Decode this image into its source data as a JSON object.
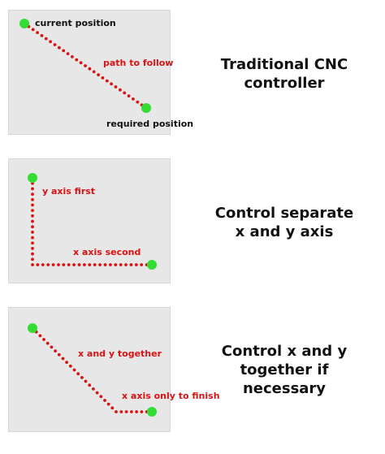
{
  "colors": {
    "panel_background": "#e7e7e7",
    "path_dots": "#d91313",
    "endpoint_dot": "#33dd33",
    "label_red": "#d91313",
    "label_black": "#111111"
  },
  "panels": [
    {
      "heading_lines": [
        "Traditional CNC",
        "controller"
      ],
      "labels": {
        "start": "current position",
        "path": "path to follow",
        "end": "required position"
      }
    },
    {
      "heading_lines": [
        "Control separate",
        "x and y axis"
      ],
      "labels": {
        "first": "y axis first",
        "second": "x axis second"
      }
    },
    {
      "heading_lines": [
        "Control x and y",
        "together if",
        "necessary"
      ],
      "labels": {
        "together": "x and y together",
        "finish": "x axis only to finish"
      }
    }
  ]
}
